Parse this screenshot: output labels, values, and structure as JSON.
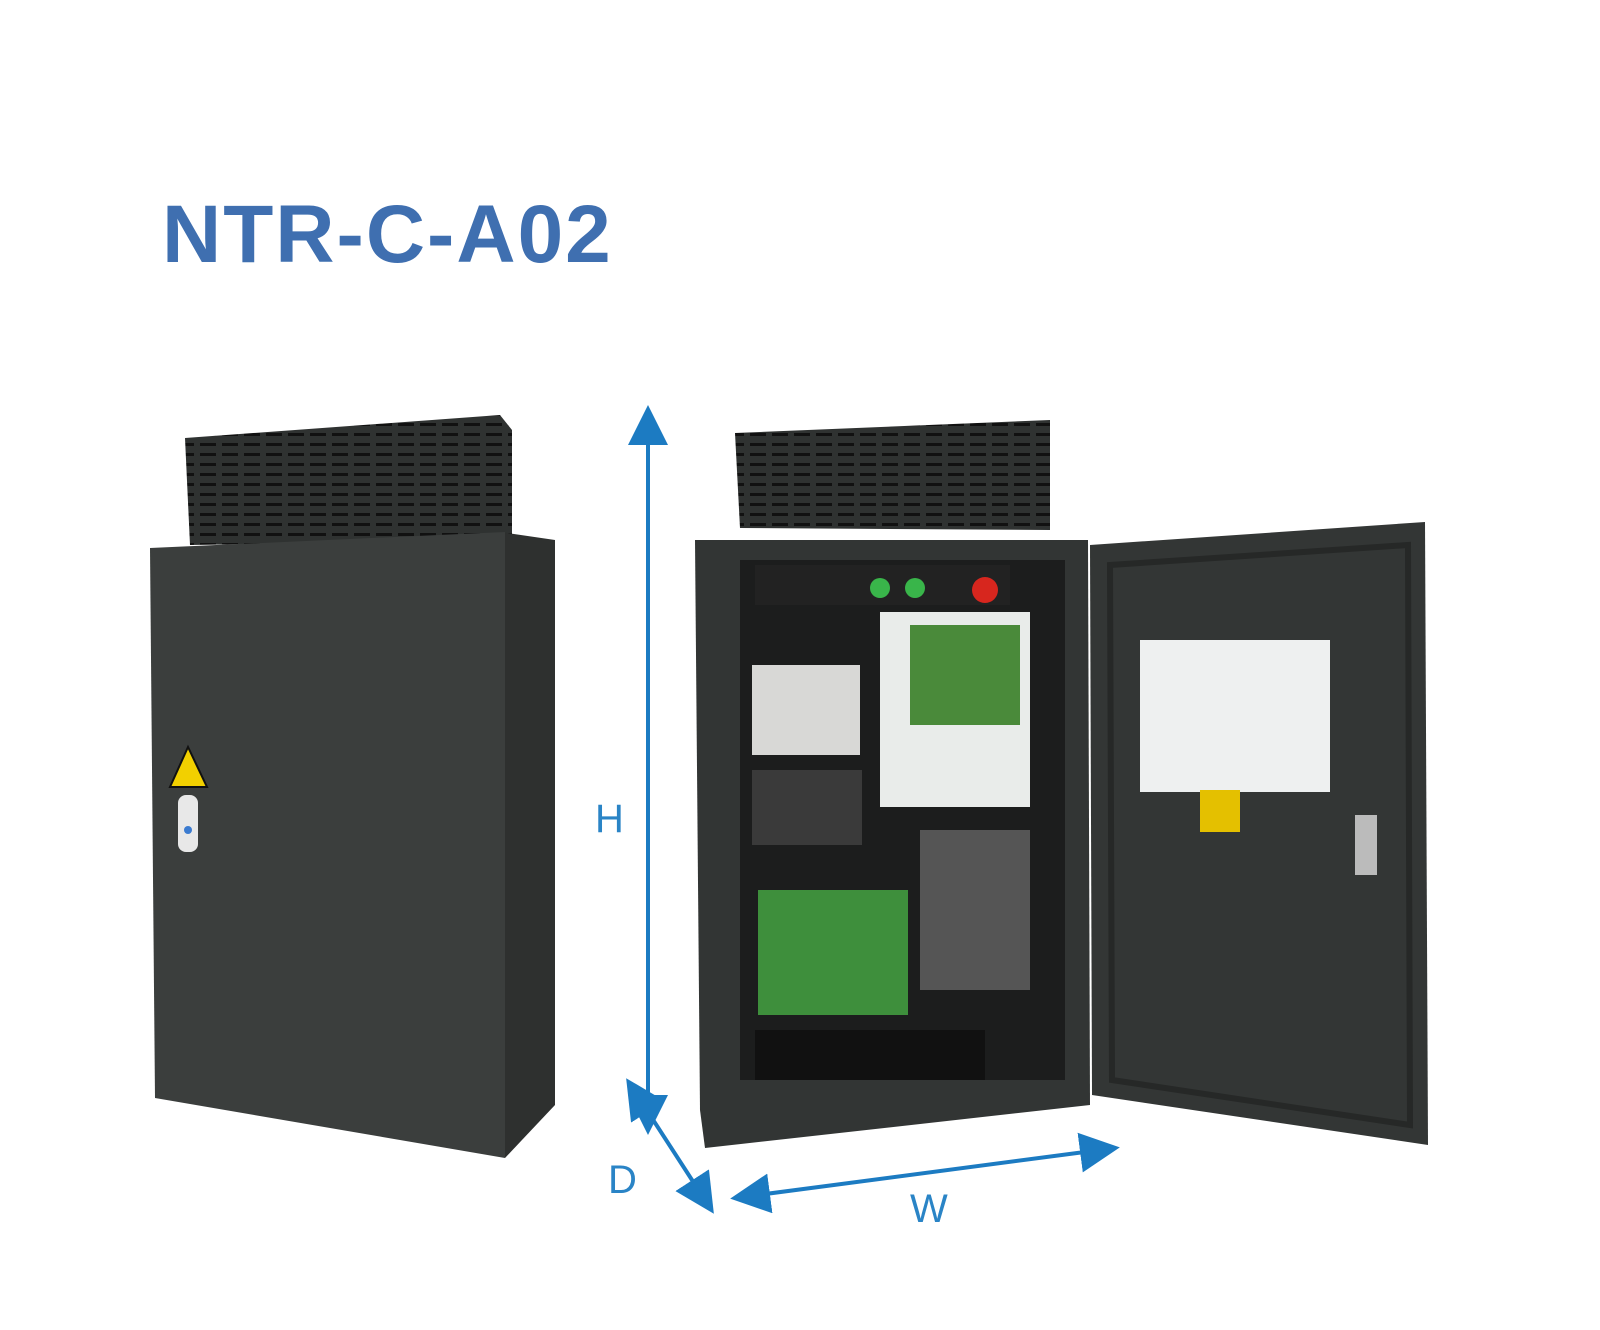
{
  "product": {
    "model": "NTR-C-A02"
  },
  "dimensions": {
    "height_label": "H",
    "depth_label": "D",
    "width_label": "W"
  },
  "colors": {
    "title": "#3f6fb0",
    "dimension_arrows": "#1c7bc2",
    "cabinet": "#3a3d3c"
  }
}
